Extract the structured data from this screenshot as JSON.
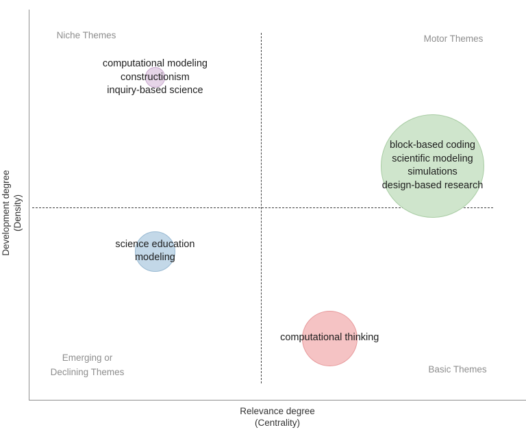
{
  "chart_data": {
    "type": "scatter",
    "title": "",
    "xlabel": "Relevance degree\n(Centrality)",
    "ylabel": "Development degree\n(Density)",
    "grid": false,
    "legend": "none",
    "xlim": [
      0,
      1
    ],
    "ylim": [
      0,
      1
    ],
    "quadrant_divider_x": 0.5,
    "quadrant_divider_y": 0.5,
    "quadrants": [
      {
        "key": "niche",
        "label": "Niche Themes",
        "position": "top-left"
      },
      {
        "key": "motor",
        "label": "Motor Themes",
        "position": "top-right"
      },
      {
        "key": "emerging",
        "label": "Emerging or\nDeclining Themes",
        "position": "bottom-left"
      },
      {
        "key": "basic",
        "label": "Basic Themes",
        "position": "bottom-right"
      }
    ],
    "points": [
      {
        "id": "cluster-constructionism",
        "quadrant": "niche",
        "cx": 0.254,
        "cy": 0.826,
        "r": 0.0205,
        "fill": "#E6D5E8",
        "stroke": "#C9A8CF",
        "labels": [
          "computational modeling",
          "constructionism",
          "inquiry-based science"
        ]
      },
      {
        "id": "cluster-block-based-coding",
        "quadrant": "motor",
        "cx": 0.812,
        "cy": 0.6,
        "r": 0.104,
        "fill": "#CFE5CC",
        "stroke": "#A8CCA3",
        "labels": [
          "block-based coding",
          "scientific modeling",
          "simulations",
          "design-based research"
        ]
      },
      {
        "id": "cluster-science-education",
        "quadrant": "emerging",
        "cx": 0.254,
        "cy": 0.381,
        "r": 0.041,
        "fill": "#C3D8E8",
        "stroke": "#98B9D2",
        "labels": [
          "science education",
          "modeling"
        ]
      },
      {
        "id": "cluster-computational-thinking",
        "quadrant": "basic",
        "cx": 0.605,
        "cy": 0.159,
        "r": 0.056,
        "fill": "#F5C3C4",
        "stroke": "#E79A9C",
        "labels": [
          "computational thinking"
        ]
      }
    ]
  },
  "axes": {
    "x_title": "Relevance degree\n(Centrality)",
    "y_title": "Development degree\n(Density)"
  },
  "quadrant_labels": {
    "niche": "Niche Themes",
    "motor": "Motor Themes",
    "emerging": "Emerging or\nDeclining Themes",
    "basic": "Basic Themes"
  },
  "bubbles": {
    "constructionism": {
      "line1": "computational modeling",
      "line2": "constructionism",
      "line3": "inquiry-based science"
    },
    "block_based_coding": {
      "line1": "block-based coding",
      "line2": "scientific modeling",
      "line3": "simulations",
      "line4": "design-based research"
    },
    "science_education": {
      "line1": "science education",
      "line2": "modeling"
    },
    "computational_thinking": {
      "line1": "computational thinking"
    }
  },
  "colors": {
    "purple_fill": "#E6D5E8",
    "purple_stroke": "#C9A8CF",
    "green_fill": "#CFE5CC",
    "green_stroke": "#A8CCA3",
    "blue_fill": "#C3D8E8",
    "blue_stroke": "#98B9D2",
    "pink_fill": "#F5C3C4",
    "pink_stroke": "#E79A9C",
    "axis": "#8f8f8f",
    "divider": "#3d3d3d",
    "quadrant_text": "#8d8d8d",
    "label_text": "#1d1d1d"
  }
}
